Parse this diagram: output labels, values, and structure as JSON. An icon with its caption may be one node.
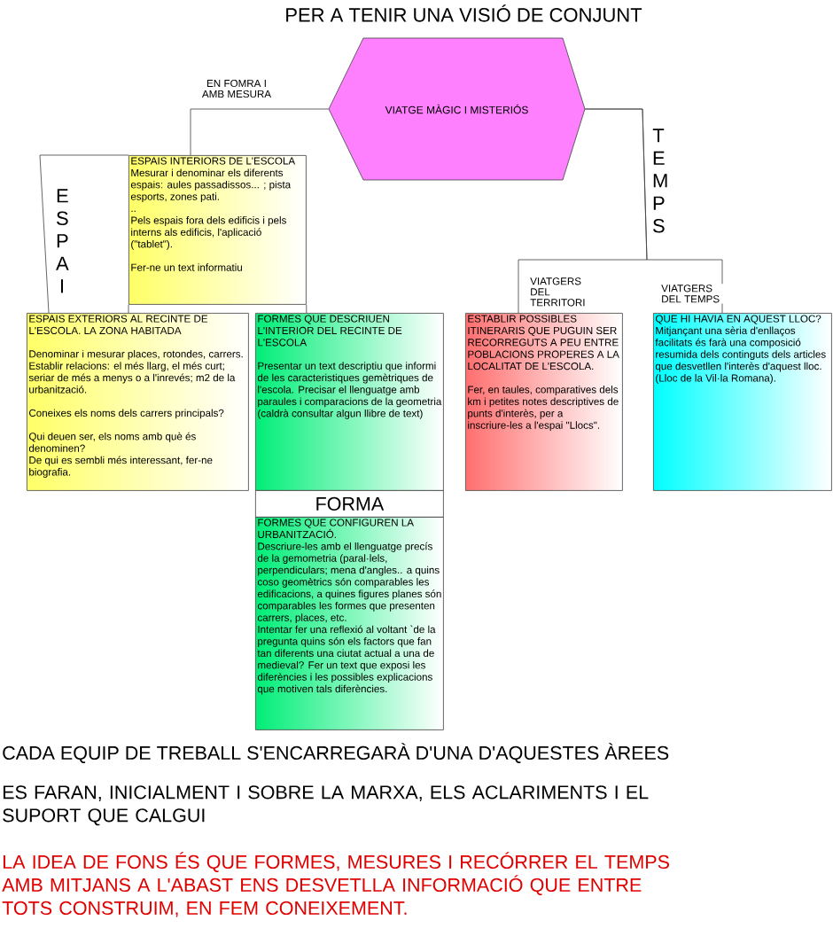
{
  "diagram": {
    "title": "PER A TENIR UNA VISIÓ DE CONJUNT",
    "nodes": [
      {
        "text": [
          "VIATGE MÀGIC I MISTERIÓS"
        ]
      },
      {
        "text": [
          "ESPAIS INTERIORS DE L'ESCOLA",
          "Mesurar i denominar els diferents espais: aules passadissos... ; pista esports, zones pati.",
          "..",
          "Pels espais fora dels edificis i pels interns als edificis, l'aplicació (\"tablet\").",
          "Fer-ne un text informatiu"
        ]
      },
      {
        "text": [
          "ESPAIS EXTERIORS AL RECINTE DE L'ESCOLA. LA ZONA HABITADA",
          "Denominar i mesurar places, rotondes, carrers. Establir relacions: el més llarg, el més curt; seriar de més a menys o a l'inrevés; m2 de la urbanització.",
          "Coneixes els noms dels carrers principals?",
          "Qui deuen ser, els noms amb què és denominen?",
          "De qui es sembli més interessant, fer-ne biografia."
        ]
      },
      {
        "text": [
          "FORMES QUE DESCRIUEN L'INTERIOR DEL RECINTE DE L'ESCOLA",
          "Presentar un text descriptiu que informi de les caracteristiques gemètriques de l'escola. Precisar el llenguatge amb paraules i comparacions de la geometria (caldrà consultar algun llibre de text)"
        ]
      },
      {
        "text": [
          "FORMA"
        ]
      },
      {
        "text": [
          "FORMES QUE CONFIGUREN LA URBANITZACIÓ.",
          "Descriure-les amb el llenguatge precís de la gemometria (paral·lels, perpendiculars; mena d'angles.. a quins coso geomètrics són comparables les edificacions, a quines figures planes són comparables les formes que presenten carrers, places, etc.",
          "Intentar fer una reflexió al voltant `de la pregunta quins són els factors que fan tan diferents una ciutat actual a una de medieval? Fer un text que exposi les diferències i les possibles explicacions que motiven tals diferències."
        ]
      },
      {
        "text": [
          "ESTABLIR POSSIBLES ITINERARIS QUE PUGUIN SER RECORREGUTS A PEU ENTRE POBLACIONS PROPERES A LA LOCALITAT DE L'ESCOLA.",
          "Fer, en taules, comparatives dels km i petites notes descriptives de punts d'interès, per a inscriure-les a l'espai \"Llocs\"."
        ]
      },
      {
        "text": [
          "QUE HI HAVIA EN AQUEST LLOC?",
          "Mitjançant una sèria d'enllaços facilitats és farà una composició resumida dels continguts dels articles que desvetllen l'interès d'aquest lloc. (Lloc de la Vil·la Romana)."
        ]
      }
    ],
    "edges": [
      {
        "from": 0,
        "to": 1,
        "arrow": "none",
        "label": "EN FOMRA I AMB MESURA"
      },
      {
        "from": 1,
        "to": 2,
        "arrow": "none"
      },
      {
        "from": 1,
        "to": 2,
        "arrow": "none"
      },
      {
        "from": 1,
        "to": 3,
        "arrow": "none"
      },
      {
        "from": 0,
        "to": 6,
        "arrow": "none",
        "label": "VIATGERS DEL TERRITORI"
      },
      {
        "from": 0,
        "to": 7,
        "arrow": "none",
        "label": "VIATGERS DEL TEMPS"
      }
    ],
    "labels": [
      "ESPAI",
      "TEMPS",
      "CADA EQUIP DE TREBALL S'ENCARREGARÀ D'UNA D'AQUESTES ÀREES",
      "ES FARAN, INICIALMENT I SOBRE LA MARXA, ELS ACLARIMENTS I EL SUPORT QUE CALGUI",
      "LA IDEA DE FONS ÉS QUE FORMES, MESURES I RECÓRRER EL TEMPS AMB MITJANS A L'ABAST ENS DESVETLLA INFORMACIÓ QUE ENTRE TOTS CONSTRUIM, EN FEM CONEIXEMENT."
    ]
  }
}
